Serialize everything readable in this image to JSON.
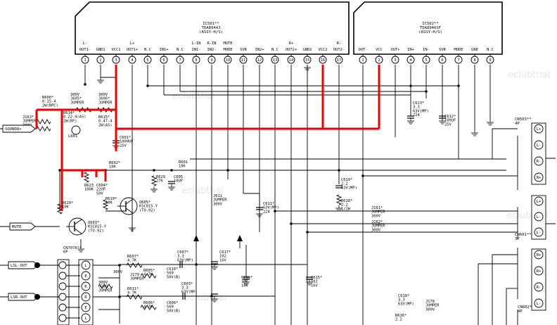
{
  "chips": [
    {
      "id": "ic501",
      "title": "IC501**",
      "part": "TDA8944J",
      "note": "(ASSY-H/S)",
      "pins": [
        {
          "num": "1",
          "label": "L-\nOUT1-"
        },
        {
          "num": "2",
          "label": "GND1"
        },
        {
          "num": "3",
          "label": "VCC1"
        },
        {
          "num": "4",
          "label": "L+\nOUT1+"
        },
        {
          "num": "5",
          "label": "N.C"
        },
        {
          "num": "6",
          "label": "IN1+"
        },
        {
          "num": "7",
          "label": "N.C"
        },
        {
          "num": "8",
          "label": "L-IN\nIN1-"
        },
        {
          "num": "9",
          "label": "R-IN\nIN2-"
        },
        {
          "num": "10",
          "label": "MUTE\nMODE"
        },
        {
          "num": "11",
          "label": "SVR"
        },
        {
          "num": "12",
          "label": "IN2+"
        },
        {
          "num": "13",
          "label": "N.C"
        },
        {
          "num": "14",
          "label": "R+\nOUT2+"
        },
        {
          "num": "15",
          "label": "GND2"
        },
        {
          "num": "16",
          "label": "VCC2"
        },
        {
          "num": "17",
          "label": "R-\nOUT2-"
        }
      ]
    },
    {
      "id": "ic502",
      "title": "IC502**",
      "part": "TDA8946SF",
      "note": "(ASSY-H/S)",
      "pins": [
        {
          "num": "1",
          "label": "OUT-"
        },
        {
          "num": "2",
          "label": "VCC"
        },
        {
          "num": "3",
          "label": "OUT+"
        },
        {
          "num": "4",
          "label": "IN+"
        },
        {
          "num": "5",
          "label": "IN-"
        },
        {
          "num": "6",
          "label": "SVR"
        },
        {
          "num": "7",
          "label": "MODE"
        },
        {
          "num": "8",
          "label": "GND"
        },
        {
          "num": "9",
          "label": "N.C"
        }
      ]
    }
  ],
  "components": [
    {
      "key": "r600",
      "text": "R600*\n0.15-4\n2W(RPC)"
    },
    {
      "key": "j605",
      "text": "300V\nJ605*\nJUMPER"
    },
    {
      "key": "j606",
      "text": "300V\nJ606*\nJUMPER"
    },
    {
      "key": "j163",
      "text": "J163*\nJUMPER\n300V"
    },
    {
      "key": "r614",
      "text": "R614*\n0.22-4(AS)\n2W(RF)"
    },
    {
      "key": "l601",
      "text": "L601"
    },
    {
      "key": "r615",
      "text": "R615*\n0.47-4\n2W(AS)"
    },
    {
      "key": "c601",
      "text": "C601*\n1000UF\n25V"
    },
    {
      "key": "c613",
      "text": "C613*\n3.3\n63V(MP)\n224"
    },
    {
      "key": "c612",
      "text": "C612*\n100UF\n25V"
    },
    {
      "key": "r602",
      "text": "R602*\n10K"
    },
    {
      "key": "r601",
      "text": "R601\n10K"
    },
    {
      "key": "r629",
      "text": "R629\n27K"
    },
    {
      "key": "c605",
      "text": "C605\n10UF"
    },
    {
      "key": "r623",
      "text": "R623\n100K"
    },
    {
      "key": "c604",
      "text": "C604*\n22UF\n50V"
    },
    {
      "key": "r620",
      "text": "R620*\n10K"
    },
    {
      "key": "r610",
      "text": "R610*\n10K"
    },
    {
      "key": "q605",
      "text": "Q605*\nKSC815-Y\n(TO-92)"
    },
    {
      "key": "q603",
      "text": "Q603*\nKSC815-Y\n(TO-92)"
    },
    {
      "key": "j611",
      "text": "J611\nJUMPER\n300V"
    },
    {
      "key": "c611",
      "text": "C611*\n63V(MP)\n224"
    },
    {
      "key": "c619",
      "text": "C619*\n2.2\n63V(MP)"
    },
    {
      "key": "r618",
      "text": "R618*\n2.2\n1/2W"
    },
    {
      "key": "j161",
      "text": "J161*\nJUMPER\n300V"
    },
    {
      "key": "j162",
      "text": "J162*\nJUMPER\n300V"
    },
    {
      "key": "cn707",
      "text": "CN707A**\n6P"
    },
    {
      "key": "r607",
      "text": "R607*\n4.7K"
    },
    {
      "key": "c607",
      "text": "C607*\n3.3\n63V(MP)"
    },
    {
      "key": "c617",
      "text": "C617*\n102\n16V"
    },
    {
      "key": "j179",
      "text": "J179\nJUMPER"
    },
    {
      "key": "r605",
      "text": "R605*\n4.7K"
    },
    {
      "key": "c610",
      "text": "C610*\n560\n50V(B)"
    },
    {
      "key": "c616",
      "text": "C616*\n102\n16V"
    },
    {
      "key": "c615",
      "text": "C615*\n102\n16V"
    },
    {
      "key": "j180",
      "text": "300V\nJ180\nJUMPER"
    },
    {
      "key": "r611",
      "text": "R611*\n4.7K"
    },
    {
      "key": "c603",
      "text": "C603*\n3.3\n63V(MP)"
    },
    {
      "key": "r606",
      "text": "R606*\n4.7K"
    },
    {
      "key": "c606",
      "text": "C606*\n560\n50V(B)"
    },
    {
      "key": "c618",
      "text": "C618*\n3.3\n63V(MP)"
    },
    {
      "key": "j178",
      "text": "J178\nJUMPER\n300V"
    },
    {
      "key": "r616",
      "text": "R616*\n2.2"
    },
    {
      "key": "v300",
      "text": "300V"
    }
  ],
  "io_labels": [
    "SOUND8+",
    "MUTE",
    "LSL-OUT",
    "LSR-OUT"
  ],
  "connectors": [
    {
      "key": "cn503",
      "title": "CN503**\n4P",
      "pins": [
        "L+",
        "L-",
        "R-",
        "R+"
      ]
    },
    {
      "key": "cn601",
      "title": "CN601**\n3P",
      "pins": [
        "L+",
        "L-",
        "L-"
      ]
    },
    {
      "key": "cn602",
      "title": "CN602**\n4P",
      "pins": [
        "R+",
        "R+",
        "R-",
        "L-"
      ]
    },
    {
      "key": "cn707",
      "title": "",
      "pins": [
        "L",
        "E",
        "R",
        "R",
        "E",
        "L"
      ]
    }
  ],
  "watermark": "eclubthai",
  "colors": {
    "wire": "#000000",
    "highlight": "#ee0000",
    "background": "#ffffff",
    "watermark": "#e6e6e6"
  }
}
